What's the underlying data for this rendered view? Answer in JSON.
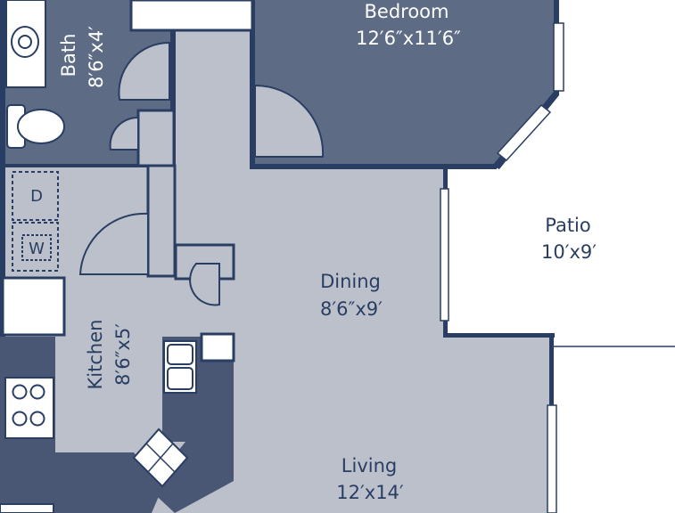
{
  "colors": {
    "wall": "#2a3e63",
    "bedroom": "#5d6b85",
    "floor": "#bbc0cb",
    "light": "#ffffff",
    "counter": "#4a5774"
  },
  "rooms": {
    "bedroom": {
      "name": "Bedroom",
      "size": "12′6″x11′6″"
    },
    "bath": {
      "name": "Bath",
      "size": "8′6″x4′"
    },
    "patio": {
      "name": "Patio",
      "size": "10′x9′"
    },
    "dining": {
      "name": "Dining",
      "size": "8′6″x9′"
    },
    "kitchen": {
      "name": "Kitchen",
      "size": "8′6″x5′"
    },
    "living": {
      "name": "Living",
      "size": "12′x14′"
    }
  },
  "appliances": {
    "dryer": "D",
    "washer": "W"
  }
}
